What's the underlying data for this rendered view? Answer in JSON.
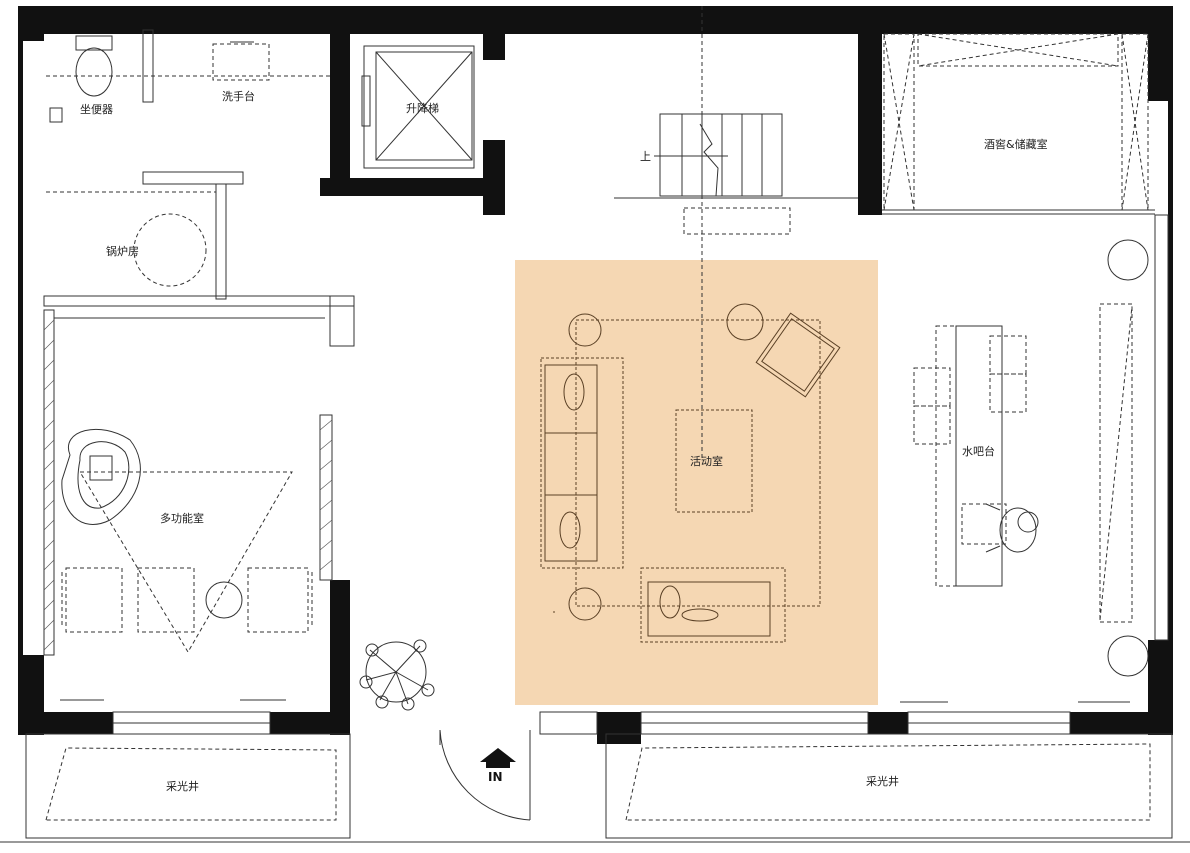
{
  "rooms": {
    "toilet": "坐便器",
    "washbasin": "洗手台",
    "elevator": "升降梯",
    "stair_up": "上",
    "wine_storage": "酒窖&储藏室",
    "boiler_room": "锅炉房",
    "multifunction_room": "多功能室",
    "activity_room": "活动室",
    "water_bar": "水吧台",
    "lightwell_left": "采光井",
    "lightwell_right": "采光井"
  },
  "entrance": {
    "label": "IN"
  },
  "colors": {
    "highlight": "#f5d7b3",
    "wall": "#111111",
    "furniture": "#5a4025"
  }
}
